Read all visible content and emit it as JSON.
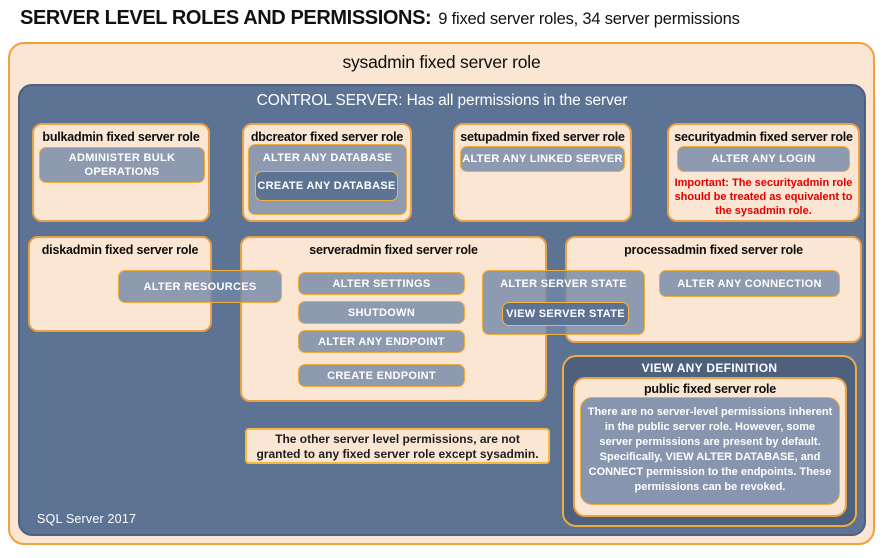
{
  "page_title": {
    "main": "SERVER LEVEL ROLES AND PERMISSIONS:",
    "subtitle": "9 fixed server roles, 34 server permissions"
  },
  "sysadmin_container": {
    "label": "sysadmin fixed server role"
  },
  "control_server": {
    "label": "CONTROL SERVER: Has all permissions in the server",
    "footer": "SQL Server 2017"
  },
  "roles": {
    "bulkadmin": {
      "title": "bulkadmin fixed server role",
      "permission": "ADMINISTER BULK OPERATIONS"
    },
    "dbcreator": {
      "title": "dbcreator fixed server role",
      "permission": "ALTER ANY DATABASE",
      "nested_permission": "CREATE ANY DATABASE"
    },
    "setupadmin": {
      "title": "setupadmin fixed server role",
      "permission": "ALTER ANY LINKED SERVER"
    },
    "securityadmin": {
      "title": "securityadmin fixed server role",
      "permission": "ALTER ANY LOGIN",
      "warning": "Important: The securityadmin role should be treated as equivalent to the sysadmin role."
    },
    "diskadmin": {
      "title": "diskadmin fixed server role",
      "permission": "ALTER RESOURCES"
    },
    "serveradmin": {
      "title": "serveradmin fixed server role",
      "permissions": [
        "ALTER SETTINGS",
        "SHUTDOWN",
        "ALTER ANY ENDPOINT",
        "CREATE ENDPOINT"
      ],
      "shared_permission": "ALTER SERVER STATE",
      "shared_nested_permission": "VIEW SERVER STATE"
    },
    "processadmin": {
      "title": "processadmin fixed server role",
      "permission": "ALTER ANY CONNECTION"
    },
    "public": {
      "header": "VIEW ANY DEFINITION",
      "title": "public fixed server role",
      "body": "There are no server-level permissions inherent in the public server role. However, some server permissions are present by default. Specifically, VIEW ALTER DATABASE, and CONNECT permission to the endpoints. These permissions can be revoked."
    }
  },
  "footnote": "The other server level permissions, are not granted to any fixed server role except sysadmin.",
  "colors": {
    "panel_fill": "#FBE5D3",
    "outer_border": "#F0A238",
    "slate": "#5C7394",
    "permission_fill": "#8E9AB0",
    "gold_border": "#EFAD3D",
    "dark_panel": "#4D607E",
    "warning_red": "#E10000"
  }
}
